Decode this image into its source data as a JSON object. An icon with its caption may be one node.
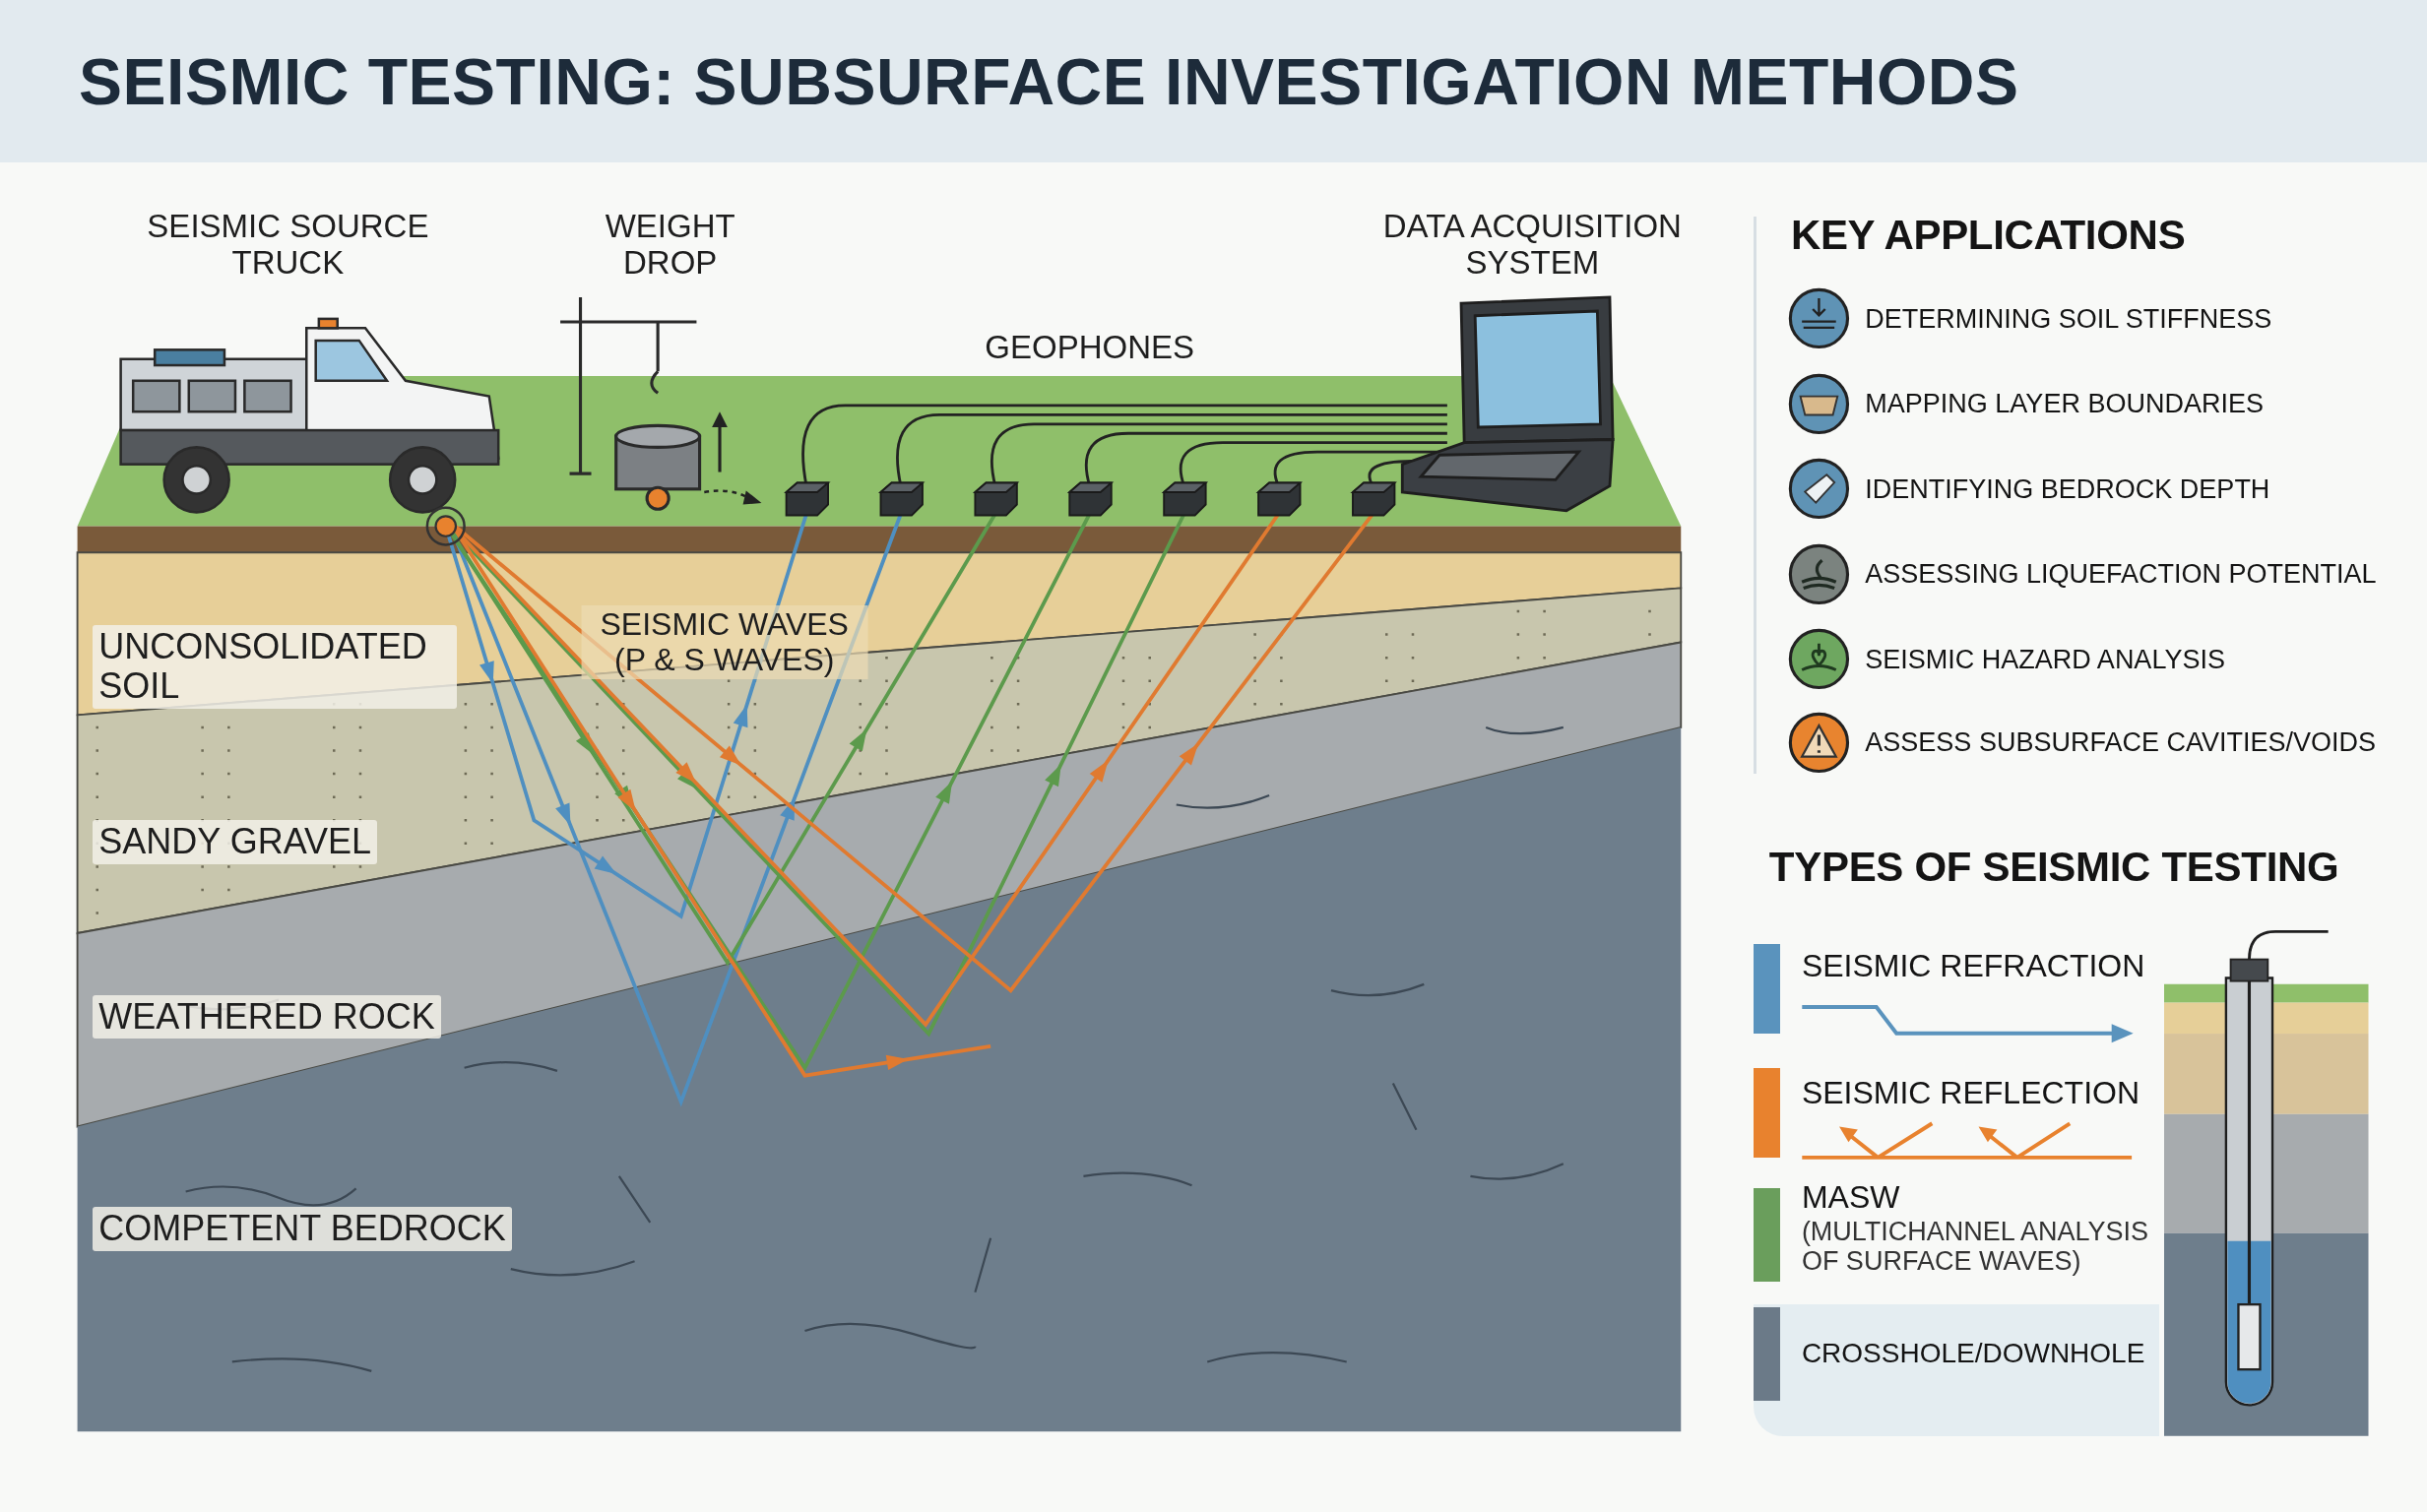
{
  "diagram": {
    "title": "SEISMIC TESTING: SUBSURFACE INVESTIGATION METHODS",
    "labels": [
      "SEISMIC SOURCE TRUCK",
      "WEIGHT DROP",
      "DATA ACQUISITION SYSTEM",
      "GEOPHONES",
      "SEISMIC WAVES (P & S WAVES)",
      "UNCONSOLIDATED SOIL",
      "SANDY GRAVEL",
      "WEATHERED ROCK",
      "COMPETENT BEDROCK",
      "KEY APPLICATIONS",
      "DETERMINING SOIL STIFFNESS",
      "MAPPING LAYER BOUNDARIES",
      "IDENTIFYING BEDROCK DEPTH",
      "ASSESSING LIQUEFACTION POTENTIAL",
      "SEISMIC HAZARD ANALYSIS",
      "ASSESS SUBSURFACE CAVITIES/VOIDS",
      "TYPES OF SEISMIC TESTING",
      "(MULTICHANNEL ANALYSIS OF SURFACE WAVES)"
    ],
    "legend": [
      {
        "text": "SEISMIC REFRACTION",
        "color": "#5a93bd"
      },
      {
        "text": "SEISMIC REFLECTION",
        "color": "#e8822e"
      },
      {
        "text": "MASW",
        "color": "#6a9e5c"
      },
      {
        "text": "CROSSHOLE/DOWNHOLE",
        "color": "#6b7a88"
      }
    ]
  }
}
